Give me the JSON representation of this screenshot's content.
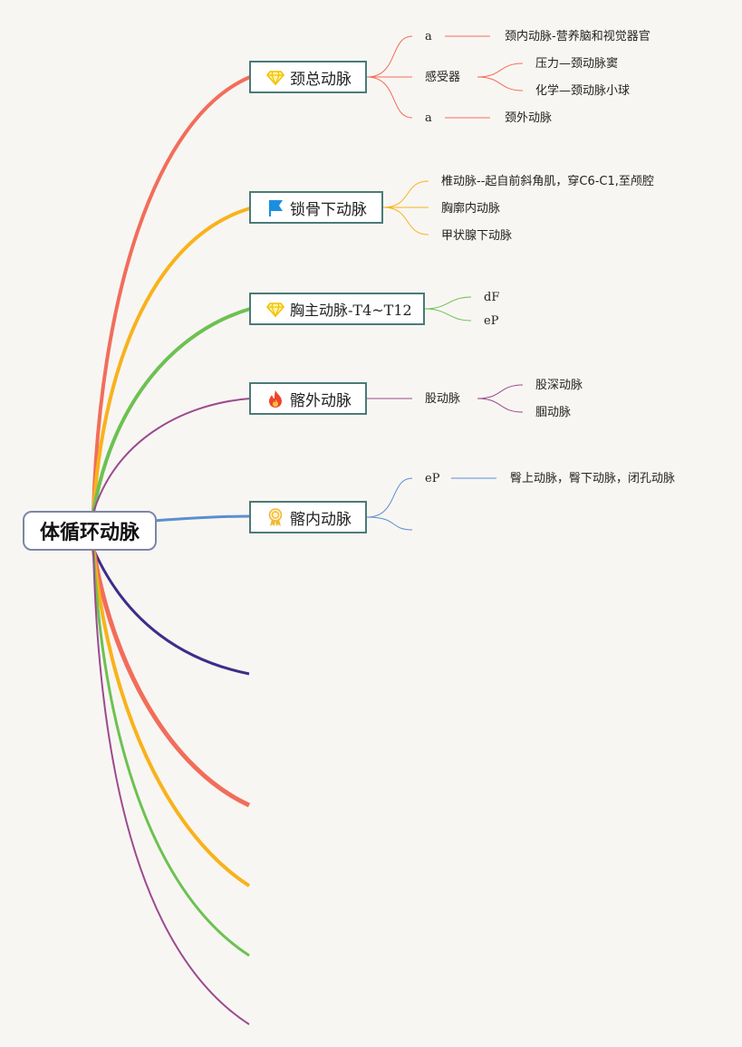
{
  "root": {
    "label": "体循环动脉"
  },
  "colors": {
    "red": "#f26d5b",
    "orange": "#f8b21c",
    "green": "#6cc152",
    "purple": "#9b4a8f",
    "blue": "#5b8ed1",
    "navy": "#3b2e8a",
    "topic_border": "#4a7b78"
  },
  "topics": [
    {
      "label": "颈总动脉",
      "icon": "diamond-icon",
      "children": [
        {
          "label": "a",
          "detail": "颈内动脉-营养脑和视觉器官"
        },
        {
          "label": "感受器",
          "children": [
            "压力—颈动脉窦",
            "化学—颈动脉小球"
          ]
        },
        {
          "label": "a",
          "detail": "颈外动脉"
        }
      ]
    },
    {
      "label": "锁骨下动脉",
      "icon": "flag-icon",
      "children": [
        {
          "label": "椎动脉--起自前斜角肌，穿C6-C1,至颅腔"
        },
        {
          "label": "胸廓内动脉"
        },
        {
          "label": "甲状腺下动脉"
        }
      ]
    },
    {
      "label": "胸主动脉-T4~T12",
      "icon": "diamond-icon",
      "children": [
        {
          "label": "dF"
        },
        {
          "label": "eP"
        }
      ]
    },
    {
      "label": "髂外动脉",
      "icon": "fire-icon",
      "children": [
        {
          "label": "股动脉",
          "children": [
            "股深动脉",
            "腘动脉"
          ]
        }
      ]
    },
    {
      "label": "髂内动脉",
      "icon": "award-icon",
      "children": [
        {
          "label": "eP",
          "detail": "臀上动脉，臀下动脉，闭孔动脉"
        },
        {
          "label": ""
        }
      ]
    }
  ]
}
